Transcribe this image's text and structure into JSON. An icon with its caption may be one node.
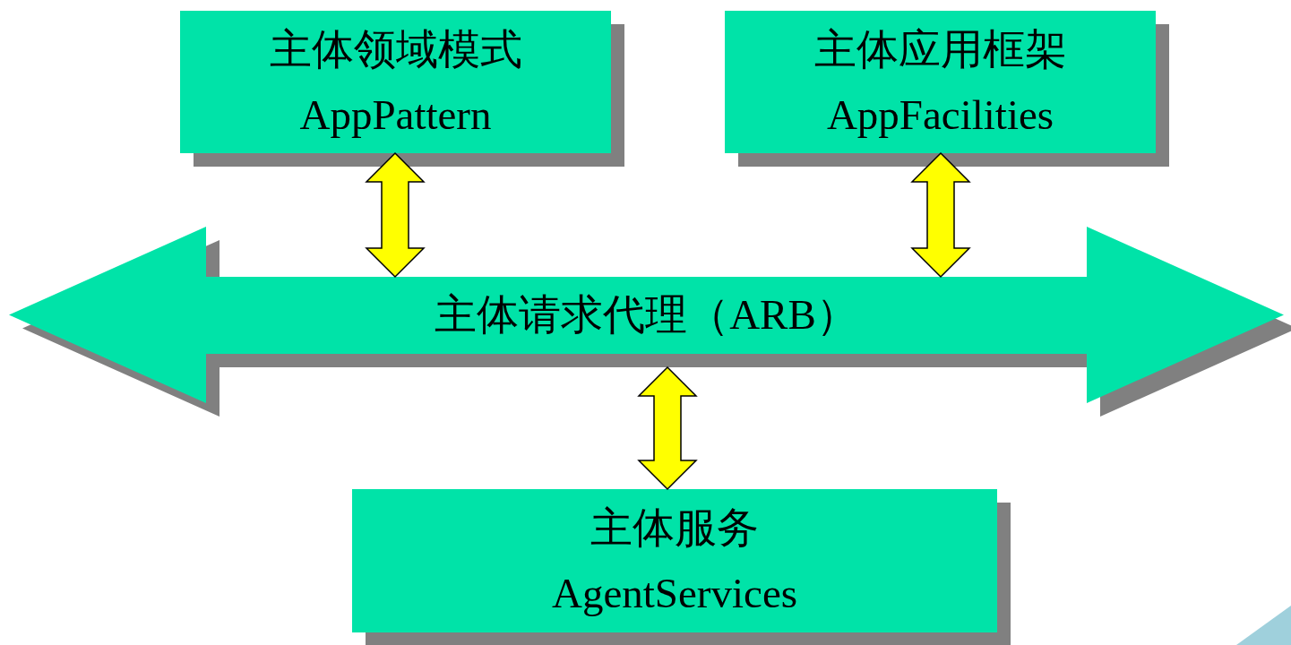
{
  "diagram": {
    "nodes": [
      {
        "text": [
          "主体领域模式",
          "AppPattern"
        ]
      },
      {
        "text": [
          "主体应用框架",
          "AppFacilities"
        ]
      },
      {
        "text": [
          "主体请求代理（ARB）"
        ]
      },
      {
        "text": [
          "主体服务",
          "AgentServices"
        ]
      }
    ],
    "edges": [
      {
        "from": 0,
        "to": 2,
        "arrow": "both"
      },
      {
        "from": 1,
        "to": 2,
        "arrow": "both"
      },
      {
        "from": 2,
        "to": 3,
        "arrow": "both"
      }
    ]
  }
}
